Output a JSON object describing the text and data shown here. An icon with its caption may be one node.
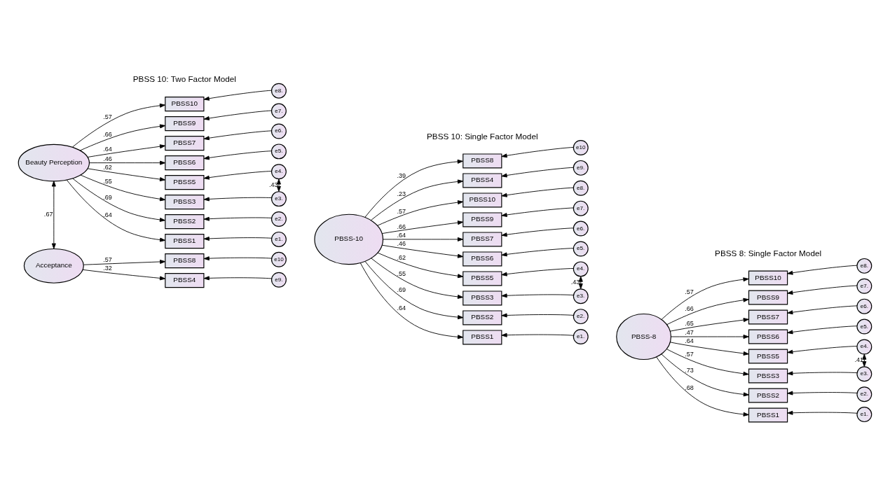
{
  "diagram": {
    "nodes": [
      {
        "text": [
          "Beauty Perception"
        ]
      },
      {
        "text": [
          "Acceptance"
        ]
      },
      {
        "text": [
          "PBSS1"
        ]
      },
      {
        "text": [
          "PBSS2"
        ]
      },
      {
        "text": [
          "PBSS3"
        ]
      },
      {
        "text": [
          "PBSS5"
        ]
      },
      {
        "text": [
          "PBSS6"
        ]
      },
      {
        "text": [
          "PBSS7"
        ]
      },
      {
        "text": [
          "PBSS9"
        ]
      },
      {
        "text": [
          "PBSS10"
        ]
      },
      {
        "text": [
          "PBSS4"
        ]
      },
      {
        "text": [
          "PBSS8"
        ]
      },
      {
        "text": [
          "e1."
        ]
      },
      {
        "text": [
          "e2."
        ]
      },
      {
        "text": [
          "e3."
        ]
      },
      {
        "text": [
          "e4."
        ]
      },
      {
        "text": [
          "e5."
        ]
      },
      {
        "text": [
          "e6."
        ]
      },
      {
        "text": [
          "e7."
        ]
      },
      {
        "text": [
          "e8."
        ]
      },
      {
        "text": [
          "e9."
        ]
      },
      {
        "text": [
          "e10"
        ]
      },
      {
        "text": [
          "PBSS-10"
        ]
      },
      {
        "text": [
          "PBSS1"
        ]
      },
      {
        "text": [
          "PBSS2"
        ]
      },
      {
        "text": [
          "PBSS3"
        ]
      },
      {
        "text": [
          "PBSS5"
        ]
      },
      {
        "text": [
          "PBSS6"
        ]
      },
      {
        "text": [
          "PBSS7"
        ]
      },
      {
        "text": [
          "PBSS9"
        ]
      },
      {
        "text": [
          "PBSS10"
        ]
      },
      {
        "text": [
          "PBSS4"
        ]
      },
      {
        "text": [
          "PBSS8"
        ]
      },
      {
        "text": [
          "e1."
        ]
      },
      {
        "text": [
          "e2."
        ]
      },
      {
        "text": [
          "e3."
        ]
      },
      {
        "text": [
          "e4."
        ]
      },
      {
        "text": [
          "e5."
        ]
      },
      {
        "text": [
          "e6."
        ]
      },
      {
        "text": [
          "e7."
        ]
      },
      {
        "text": [
          "e8."
        ]
      },
      {
        "text": [
          "e9."
        ]
      },
      {
        "text": [
          "e10"
        ]
      },
      {
        "text": [
          "PBSS-8"
        ]
      },
      {
        "text": [
          "PBSS1"
        ]
      },
      {
        "text": [
          "PBSS2"
        ]
      },
      {
        "text": [
          "PBSS3"
        ]
      },
      {
        "text": [
          "PBSS5"
        ]
      },
      {
        "text": [
          "PBSS6"
        ]
      },
      {
        "text": [
          "PBSS7"
        ]
      },
      {
        "text": [
          "PBSS9"
        ]
      },
      {
        "text": [
          "PBSS10"
        ]
      },
      {
        "text": [
          "e1."
        ]
      },
      {
        "text": [
          "e2."
        ]
      },
      {
        "text": [
          "e3."
        ]
      },
      {
        "text": [
          "e4."
        ]
      },
      {
        "text": [
          "e5."
        ]
      },
      {
        "text": [
          "e6."
        ]
      },
      {
        "text": [
          "e7."
        ]
      },
      {
        "text": [
          "e8."
        ]
      }
    ],
    "edges": [
      {
        "from": 0,
        "to": 1,
        "arrow": "both",
        "label": ".67"
      },
      {
        "from": 0,
        "to": 2,
        "arrow": "to",
        "label": ".64"
      },
      {
        "from": 0,
        "to": 3,
        "arrow": "to",
        "label": ".69"
      },
      {
        "from": 0,
        "to": 4,
        "arrow": "to",
        "label": ".55"
      },
      {
        "from": 0,
        "to": 5,
        "arrow": "to",
        "label": ".62"
      },
      {
        "from": 0,
        "to": 6,
        "arrow": "to",
        "label": ".46"
      },
      {
        "from": 0,
        "to": 7,
        "arrow": "to",
        "label": ".64"
      },
      {
        "from": 0,
        "to": 8,
        "arrow": "to",
        "label": ".66"
      },
      {
        "from": 0,
        "to": 9,
        "arrow": "to",
        "label": ".57"
      },
      {
        "from": 1,
        "to": 10,
        "arrow": "to",
        "label": ".32"
      },
      {
        "from": 1,
        "to": 11,
        "arrow": "to",
        "label": ".57"
      },
      {
        "from": 12,
        "to": 2,
        "arrow": "to"
      },
      {
        "from": 13,
        "to": 3,
        "arrow": "to"
      },
      {
        "from": 14,
        "to": 4,
        "arrow": "to"
      },
      {
        "from": 15,
        "to": 5,
        "arrow": "to"
      },
      {
        "from": 16,
        "to": 6,
        "arrow": "to"
      },
      {
        "from": 17,
        "to": 7,
        "arrow": "to"
      },
      {
        "from": 18,
        "to": 8,
        "arrow": "to"
      },
      {
        "from": 19,
        "to": 9,
        "arrow": "to"
      },
      {
        "from": 20,
        "to": 10,
        "arrow": "to"
      },
      {
        "from": 21,
        "to": 11,
        "arrow": "to"
      },
      {
        "from": 14,
        "to": 15,
        "arrow": "both",
        "label": ".43"
      },
      {
        "from": 22,
        "to": 23,
        "arrow": "to",
        "label": ".64"
      },
      {
        "from": 22,
        "to": 24,
        "arrow": "to",
        "label": ".69"
      },
      {
        "from": 22,
        "to": 25,
        "arrow": "to",
        "label": ".55"
      },
      {
        "from": 22,
        "to": 26,
        "arrow": "to",
        "label": ".62"
      },
      {
        "from": 22,
        "to": 27,
        "arrow": "to",
        "label": ".46"
      },
      {
        "from": 22,
        "to": 28,
        "arrow": "to",
        "label": ".64"
      },
      {
        "from": 22,
        "to": 29,
        "arrow": "to",
        "label": ".66"
      },
      {
        "from": 22,
        "to": 30,
        "arrow": "to",
        "label": ".57"
      },
      {
        "from": 22,
        "to": 31,
        "arrow": "to",
        "label": ".23"
      },
      {
        "from": 22,
        "to": 32,
        "arrow": "to",
        "label": ".39"
      },
      {
        "from": 33,
        "to": 23,
        "arrow": "to"
      },
      {
        "from": 34,
        "to": 24,
        "arrow": "to"
      },
      {
        "from": 35,
        "to": 25,
        "arrow": "to"
      },
      {
        "from": 36,
        "to": 26,
        "arrow": "to"
      },
      {
        "from": 37,
        "to": 27,
        "arrow": "to"
      },
      {
        "from": 38,
        "to": 28,
        "arrow": "to"
      },
      {
        "from": 39,
        "to": 29,
        "arrow": "to"
      },
      {
        "from": 40,
        "to": 30,
        "arrow": "to"
      },
      {
        "from": 41,
        "to": 31,
        "arrow": "to"
      },
      {
        "from": 42,
        "to": 32,
        "arrow": "to"
      },
      {
        "from": 35,
        "to": 36,
        "arrow": "both",
        "label": ".43"
      },
      {
        "from": 43,
        "to": 44,
        "arrow": "to",
        "label": ".68"
      },
      {
        "from": 43,
        "to": 45,
        "arrow": "to",
        "label": ".73"
      },
      {
        "from": 43,
        "to": 46,
        "arrow": "to",
        "label": ".57"
      },
      {
        "from": 43,
        "to": 47,
        "arrow": "to",
        "label": ".64"
      },
      {
        "from": 43,
        "to": 48,
        "arrow": "to",
        "label": ".47"
      },
      {
        "from": 43,
        "to": 49,
        "arrow": "to",
        "label": ".65"
      },
      {
        "from": 43,
        "to": 50,
        "arrow": "to",
        "label": ".66"
      },
      {
        "from": 43,
        "to": 51,
        "arrow": "to",
        "label": ".57"
      },
      {
        "from": 52,
        "to": 44,
        "arrow": "to"
      },
      {
        "from": 53,
        "to": 45,
        "arrow": "to"
      },
      {
        "from": 54,
        "to": 46,
        "arrow": "to"
      },
      {
        "from": 55,
        "to": 47,
        "arrow": "to"
      },
      {
        "from": 56,
        "to": 48,
        "arrow": "to"
      },
      {
        "from": 57,
        "to": 49,
        "arrow": "to"
      },
      {
        "from": 58,
        "to": 50,
        "arrow": "to"
      },
      {
        "from": 59,
        "to": 51,
        "arrow": "to"
      },
      {
        "from": 54,
        "to": 55,
        "arrow": "both",
        "label": ".41"
      }
    ],
    "labels": [
      "PBSS 10: Two Factor Model",
      "PBSS 10: Single Factor Model",
      "PBSS 8: Single Factor Model"
    ]
  }
}
